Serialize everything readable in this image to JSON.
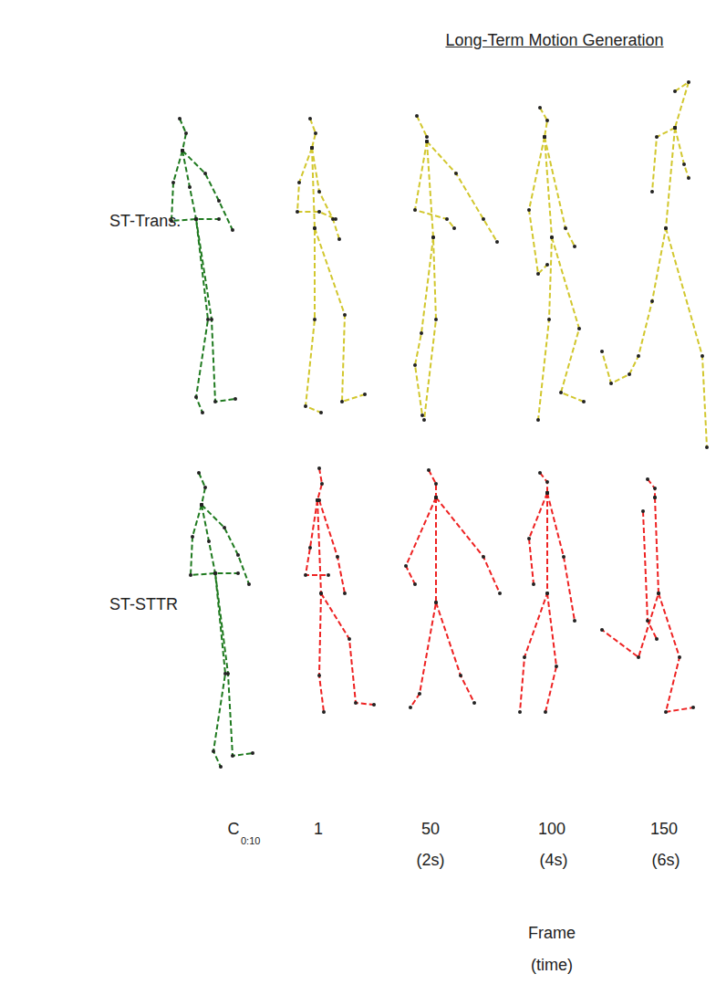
{
  "diagram": {
    "title": "Long-Term Motion Generation",
    "labels": [
      "ST-Trans.",
      "ST-STTR",
      "C",
      "0:10",
      "1",
      "50",
      "(2s)",
      "100",
      "(4s)",
      "150",
      "(6s)",
      "Frame",
      "(time)"
    ]
  }
}
